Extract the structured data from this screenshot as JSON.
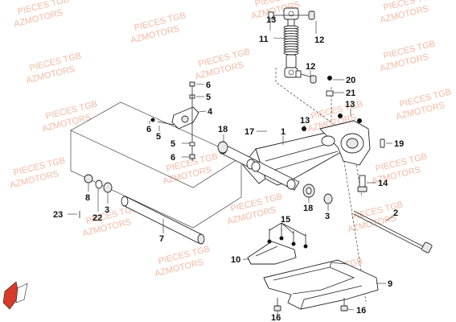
{
  "watermark": {
    "line1": "PIECES TGB",
    "line2": "AZMOTORS"
  },
  "callouts": [
    {
      "id": "c13a",
      "text": "13"
    },
    {
      "id": "c11",
      "text": "11"
    },
    {
      "id": "c12a",
      "text": "12"
    },
    {
      "id": "c12b",
      "text": "12"
    },
    {
      "id": "c20",
      "text": "20"
    },
    {
      "id": "c21",
      "text": "21"
    },
    {
      "id": "c13b",
      "text": "13"
    },
    {
      "id": "c6a",
      "text": "6"
    },
    {
      "id": "c5a",
      "text": "5"
    },
    {
      "id": "c4",
      "text": "4"
    },
    {
      "id": "c6b",
      "text": "6"
    },
    {
      "id": "c5b",
      "text": "5"
    },
    {
      "id": "c5c",
      "text": "5"
    },
    {
      "id": "c6c",
      "text": "6"
    },
    {
      "id": "c18a",
      "text": "18"
    },
    {
      "id": "c17",
      "text": "17"
    },
    {
      "id": "c1",
      "text": "1"
    },
    {
      "id": "c13c",
      "text": "13"
    },
    {
      "id": "c19",
      "text": "19"
    },
    {
      "id": "c14",
      "text": "14"
    },
    {
      "id": "c8",
      "text": "8"
    },
    {
      "id": "c22",
      "text": "22"
    },
    {
      "id": "c3a",
      "text": "3"
    },
    {
      "id": "c23",
      "text": "23"
    },
    {
      "id": "c18b",
      "text": "18"
    },
    {
      "id": "c3b",
      "text": "3"
    },
    {
      "id": "c2",
      "text": "2"
    },
    {
      "id": "c7",
      "text": "7"
    },
    {
      "id": "c15",
      "text": "15"
    },
    {
      "id": "c10",
      "text": "10"
    },
    {
      "id": "c9",
      "text": "9"
    },
    {
      "id": "c16a",
      "text": "16"
    },
    {
      "id": "c16b",
      "text": "16"
    }
  ]
}
